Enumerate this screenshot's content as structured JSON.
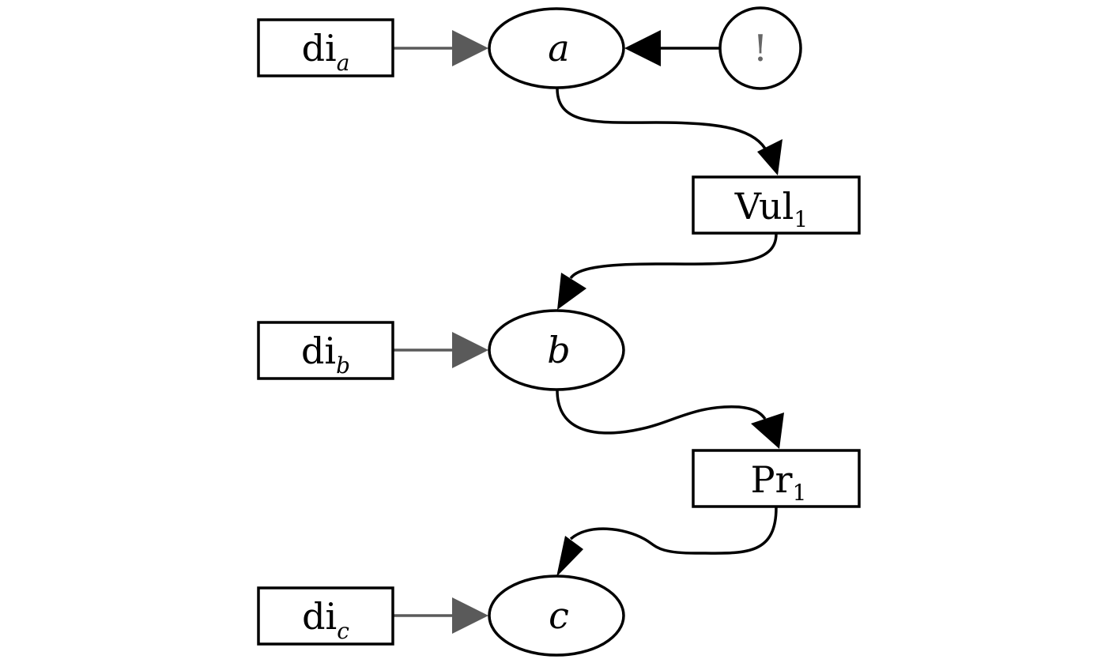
{
  "colors": {
    "foreground": "#000000",
    "gray_edge": "#5a5a5a",
    "bang": "#666666",
    "background": "#ffffff"
  },
  "nodes": {
    "di_a": {
      "base": "di",
      "sub": "a"
    },
    "di_b": {
      "base": "di",
      "sub": "b"
    },
    "di_c": {
      "base": "di",
      "sub": "c"
    },
    "a": {
      "label": "a"
    },
    "b": {
      "label": "b"
    },
    "c": {
      "label": "c"
    },
    "bang": {
      "label": "!"
    },
    "vul1": {
      "base": "Vul",
      "sub": "1"
    },
    "pr1": {
      "base": "Pr",
      "sub": "1"
    }
  },
  "edges": [
    {
      "from": "di_a",
      "to": "a",
      "style": "gray"
    },
    {
      "from": "bang",
      "to": "a",
      "style": "black"
    },
    {
      "from": "a",
      "to": "vul1",
      "style": "black"
    },
    {
      "from": "vul1",
      "to": "b",
      "style": "black"
    },
    {
      "from": "di_b",
      "to": "b",
      "style": "gray"
    },
    {
      "from": "b",
      "to": "pr1",
      "style": "black"
    },
    {
      "from": "pr1",
      "to": "c",
      "style": "black"
    },
    {
      "from": "di_c",
      "to": "c",
      "style": "gray"
    }
  ]
}
